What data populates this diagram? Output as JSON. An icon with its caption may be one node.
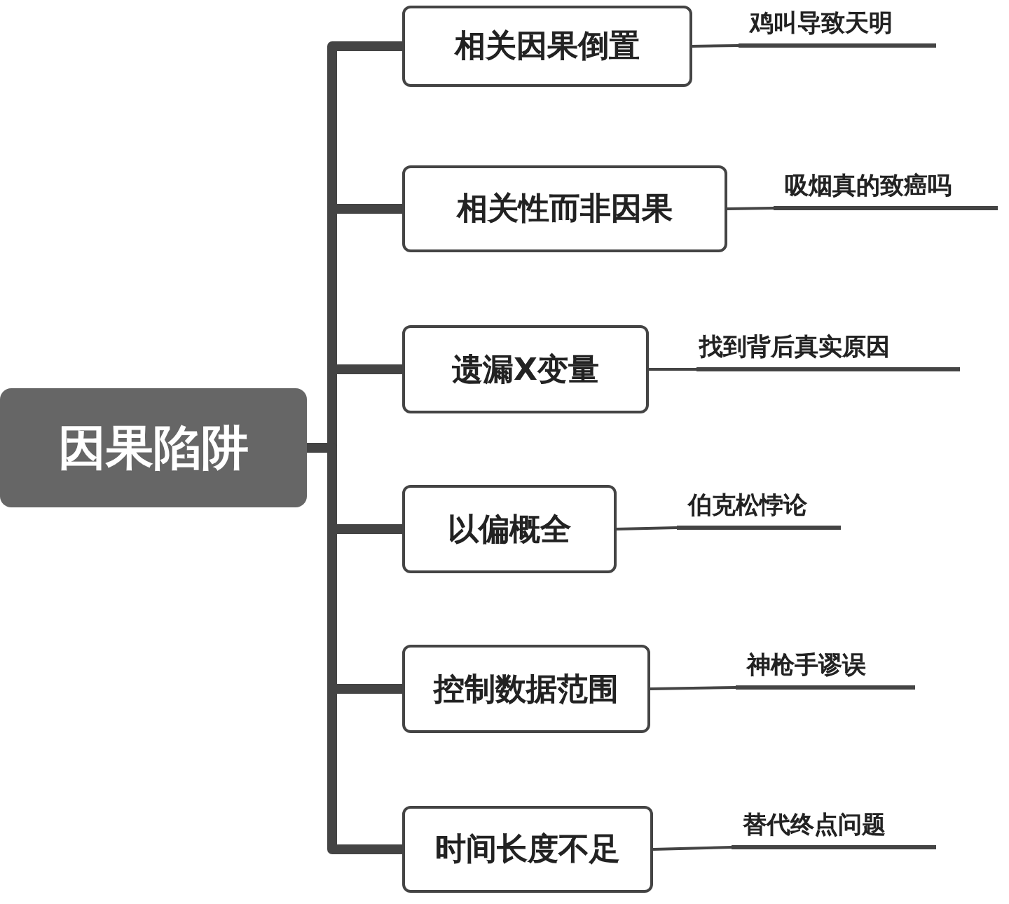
{
  "diagram": {
    "nodes": [
      {
        "text": [
          "因果陷阱"
        ]
      },
      {
        "text": [
          "相关因果倒置"
        ]
      },
      {
        "text": [
          "相关性而非因果"
        ]
      },
      {
        "text": [
          "遗漏X变量"
        ]
      },
      {
        "text": [
          "以偏概全"
        ]
      },
      {
        "text": [
          "控制数据范围"
        ]
      },
      {
        "text": [
          "时间长度不足"
        ]
      },
      {
        "text": [
          "鸡叫导致天明"
        ]
      },
      {
        "text": [
          "吸烟真的致癌吗"
        ]
      },
      {
        "text": [
          "找到背后真实原因"
        ]
      },
      {
        "text": [
          "伯克松悖论"
        ]
      },
      {
        "text": [
          "神枪手谬误"
        ]
      },
      {
        "text": [
          "替代终点问题"
        ]
      }
    ],
    "edges": [
      {
        "from": 0,
        "to": 1,
        "arrow": "none",
        "style": "thick"
      },
      {
        "from": 0,
        "to": 2,
        "arrow": "none",
        "style": "thick"
      },
      {
        "from": 0,
        "to": 3,
        "arrow": "none",
        "style": "thick"
      },
      {
        "from": 0,
        "to": 4,
        "arrow": "none",
        "style": "thick"
      },
      {
        "from": 0,
        "to": 5,
        "arrow": "none",
        "style": "thick"
      },
      {
        "from": 0,
        "to": 6,
        "arrow": "none",
        "style": "thick"
      },
      {
        "from": 1,
        "to": 7,
        "arrow": "none"
      },
      {
        "from": 2,
        "to": 8,
        "arrow": "none"
      },
      {
        "from": 3,
        "to": 9,
        "arrow": "none"
      },
      {
        "from": 4,
        "to": 10,
        "arrow": "none"
      },
      {
        "from": 5,
        "to": 11,
        "arrow": "none"
      },
      {
        "from": 6,
        "to": 12,
        "arrow": "none"
      }
    ]
  }
}
